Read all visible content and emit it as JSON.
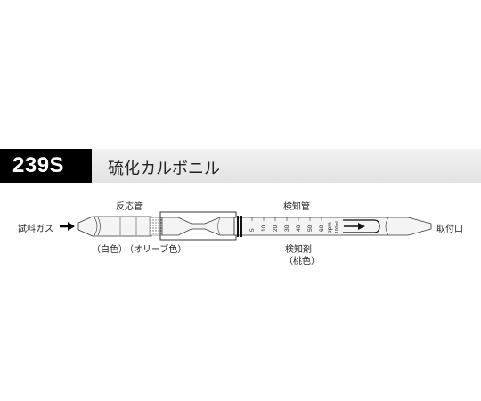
{
  "header": {
    "code": "239S",
    "name": "硫化カルボニル"
  },
  "labels": {
    "sample_gas": "試料ガス",
    "reaction_tube": "反応管",
    "detector_tube": "検知管",
    "outlet": "取付口",
    "white_color": "（白色）",
    "olive_color": "（オリーブ色）",
    "reagent": "検知剤",
    "peach_color": "（桃色）"
  },
  "scale": {
    "ticks": [
      "5",
      "10",
      "20",
      "30",
      "40",
      "50",
      "60"
    ],
    "unit": "ppm",
    "volume": "100ml"
  },
  "colors": {
    "header_black": "#000000",
    "header_gray": "#e8e8e8",
    "tube_fill": "#f4f4f4"
  }
}
